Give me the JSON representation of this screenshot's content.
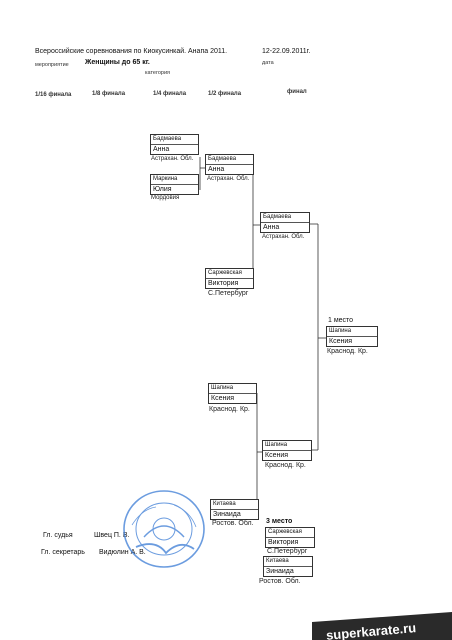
{
  "header": {
    "event": "Всероссийские соревнования по Киокусинкай. Анапа 2011.",
    "event_caption": "мероприятие",
    "dates": "12-22.09.2011г.",
    "dates_caption": "дата",
    "category": "Женщины до 65 кг.",
    "category_caption": "категория"
  },
  "rounds": [
    "1/16 финала",
    "1/8 финала",
    "1/4 финала",
    "1/2 финала",
    "финал"
  ],
  "bracket": {
    "q1_top": {
      "surname": "Бадмаева",
      "name": "Анна",
      "region": "Астрахан. Обл."
    },
    "q1_bottom": {
      "surname": "Маркина",
      "name": "Юлия",
      "region": "Мордовия"
    },
    "s1_top": {
      "surname": "Бадмаева",
      "name": "Анна",
      "region": "Астрахан. Обл."
    },
    "s1_bottom": {
      "surname": "Саржевская",
      "name": "Виктория",
      "region": "С.Петербург"
    },
    "f_top": {
      "surname": "Бадмаева",
      "name": "Анна",
      "region": "Астрахан. Обл."
    },
    "s2_top": {
      "surname": "Шапина",
      "name": "Ксения",
      "region": "Краснод. Кр."
    },
    "s2_bottom": {
      "surname": "Китаева",
      "name": "Зинаида",
      "region": "Ростов. Обл."
    },
    "f_bottom": {
      "surname": "Шапина",
      "name": "Ксения",
      "region": "Краснод. Кр."
    },
    "winner": {
      "place": "1 место",
      "surname": "Шапина",
      "name": "Ксения",
      "region": "Краснод. Кр."
    },
    "third_a": {
      "surname": "Саржевская",
      "name": "Виктория",
      "region": "С.Петербург"
    },
    "third_b": {
      "surname": "Китаева",
      "name": "Зинаида",
      "region": "Ростов. Обл."
    },
    "third_label": "3 место"
  },
  "officials": {
    "judge_label": "Гл. судья",
    "judge_name": "Швец П. В.",
    "secretary_label": "Гл. секретарь",
    "secretary_name": "Видюлин А. В."
  },
  "watermark": "superkarate.ru",
  "colors": {
    "stamp": "#3a7bd5",
    "watermark_bg": "#2a2a2a",
    "watermark_accent": "#e02020"
  }
}
